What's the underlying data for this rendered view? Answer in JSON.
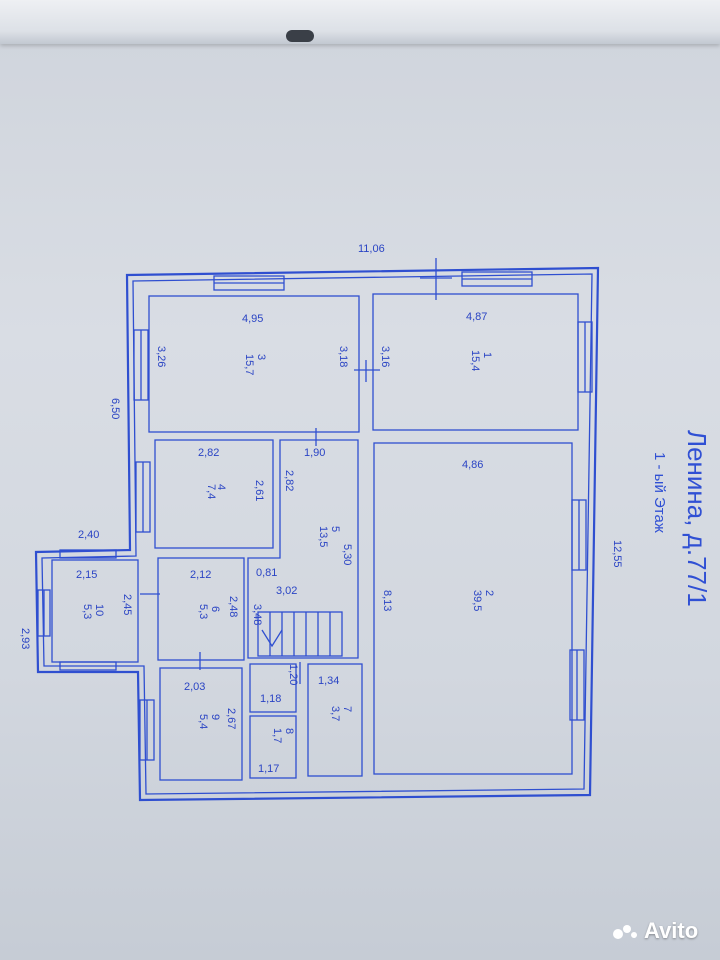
{
  "header": {
    "street": "Ленина, д.77/1",
    "floor": "1 - ый Этаж"
  },
  "watermark": "Avito",
  "colors": {
    "ink": "#2f4fd0",
    "paper": "#d6dae1"
  },
  "overall": {
    "top": "11,06",
    "left": "6,50",
    "right": "12,55",
    "annex_top": "2,40",
    "annex_side": "2,93"
  },
  "rooms": [
    {
      "id": "room-1",
      "num": "1",
      "area": "15,4",
      "width": "4,87",
      "height": "3,16"
    },
    {
      "id": "room-2",
      "num": "2",
      "area": "39,5",
      "width": "4,86",
      "height": "8,13"
    },
    {
      "id": "room-3",
      "num": "3",
      "area": "15,7",
      "width": "4,95",
      "height": "3,26",
      "height2": "3,18"
    },
    {
      "id": "room-4",
      "num": "4",
      "area": "7,4",
      "width": "2,82",
      "height": "2,61"
    },
    {
      "id": "room-5",
      "num": "5",
      "area": "13,5",
      "width": "1,90",
      "height": "2,82",
      "height2": "5,30",
      "width2": "3,02",
      "small": "0,81"
    },
    {
      "id": "room-6",
      "num": "6",
      "area": "5,3",
      "width": "2,12",
      "height": "2,48"
    },
    {
      "id": "room-7",
      "num": "7",
      "area": "3,7",
      "width": "1,34"
    },
    {
      "id": "room-8",
      "num": "8",
      "area": "1,7",
      "width": "1,18",
      "width2": "1,17",
      "height": "1,20"
    },
    {
      "id": "room-9",
      "num": "9",
      "area": "5,4",
      "width": "2,03",
      "height": "2,67"
    },
    {
      "id": "room-10",
      "num": "10",
      "area": "5,3",
      "width": "2,15",
      "height": "2,45"
    }
  ],
  "stair_dim": "3,48"
}
